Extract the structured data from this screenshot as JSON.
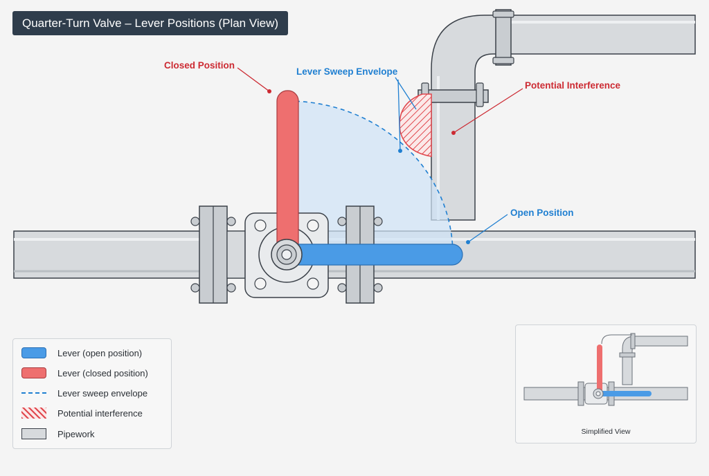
{
  "title": "Quarter-Turn Valve – Lever Positions (Plan View)",
  "callouts": {
    "closed_position": "Closed Position",
    "sweep_envelope": "Lever Sweep Envelope",
    "interference": "Potential Interference",
    "open_position": "Open Position"
  },
  "legend": {
    "items": [
      {
        "label": "Lever (open position)",
        "swatch": "lever-open"
      },
      {
        "label": "Lever (closed position)",
        "swatch": "lever-closed"
      },
      {
        "label": "Lever sweep envelope",
        "swatch": "dashed-line"
      },
      {
        "label": "Potential interference",
        "swatch": "hatch"
      },
      {
        "label": "Pipework",
        "swatch": "pipe"
      }
    ]
  },
  "inset": {
    "caption": "Simplified View"
  },
  "colors": {
    "open": "#4a9be6",
    "closed": "#ee6f6f",
    "closed_text": "#cc2a32",
    "open_text": "#1f7fd1",
    "pipe": "#d7dadd",
    "outline": "#3a4048",
    "title_bg": "#2f3d4c"
  }
}
